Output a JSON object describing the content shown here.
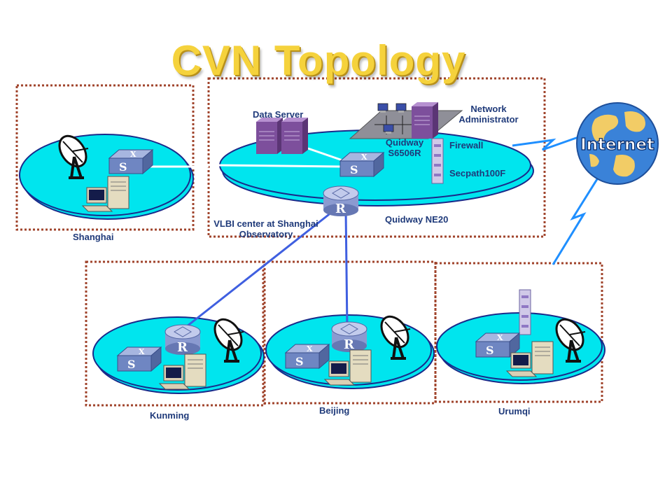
{
  "title": "CVN Topology",
  "center": {
    "data_server_label": "Data Server",
    "switch_label_line1": "Quidway",
    "switch_label_line2": "S6506R",
    "router_label": "Quidway NE20",
    "network_admin_line1": "Network",
    "network_admin_line2": "Administrator",
    "firewall_label": "Firewall",
    "firewall_model": "Secpath100F",
    "site_line1": "VLBI center at Shanghai",
    "site_line2": "Observatory"
  },
  "sites": {
    "shanghai": "Shanghai",
    "kunming": "Kunming",
    "beijing": "Beijing",
    "urumqi": "Urumqi"
  },
  "internet_label": "Internet",
  "device_letters": {
    "switch": "S",
    "router": "R"
  },
  "colors": {
    "title": "#f5d23c",
    "label": "#1f3a7a",
    "ellipse": "#00e5ee",
    "box_border": "#a0442c",
    "link": "#3f5fe0",
    "wireless": "#1f8fff",
    "switch": "#6f86c2",
    "router": "#8b9ad0",
    "server": "#8a5fa6"
  }
}
